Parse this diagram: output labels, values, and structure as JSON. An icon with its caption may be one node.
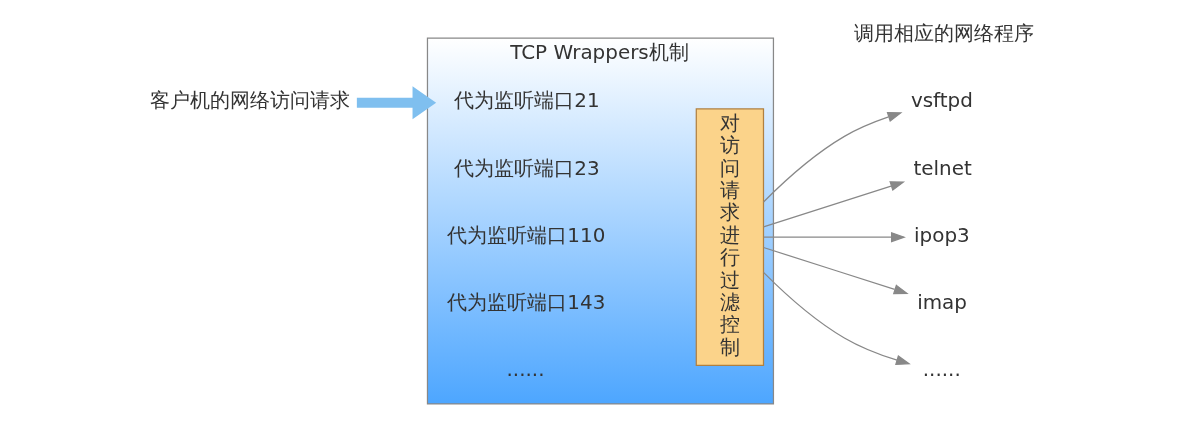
{
  "diagram": {
    "nodes": [
      {
        "text": [
          "客户机的网络访问请求"
        ]
      },
      {
        "text": [
          "TCP Wrappers机制"
        ]
      },
      {
        "text": [
          "代为监听端口21"
        ],
        "in": 1
      },
      {
        "text": [
          "代为监听端口23"
        ],
        "in": 1
      },
      {
        "text": [
          "代为监听端口110"
        ],
        "in": 1
      },
      {
        "text": [
          "代为监听端口143"
        ],
        "in": 1
      },
      {
        "text": [
          "......"
        ],
        "in": 1
      },
      {
        "text": [
          "对访问请求进行过滤控制"
        ],
        "in": 1
      },
      {
        "text": [
          "vsftpd"
        ]
      },
      {
        "text": [
          "telnet"
        ]
      },
      {
        "text": [
          "ipop3"
        ]
      },
      {
        "text": [
          "imap"
        ]
      },
      {
        "text": [
          "......"
        ]
      }
    ],
    "edges": [
      {
        "from": 0,
        "to": 1,
        "arrow": "to",
        "style": "thick",
        "color": "#7fbfef"
      },
      {
        "from": 7,
        "to": 8,
        "arrow": "to"
      },
      {
        "from": 7,
        "to": 9,
        "arrow": "to"
      },
      {
        "from": 7,
        "to": 10,
        "arrow": "to"
      },
      {
        "from": 7,
        "to": 11,
        "arrow": "to"
      },
      {
        "from": 7,
        "to": 12,
        "arrow": "to"
      }
    ],
    "labels": [
      "调用相应的网络程序"
    ]
  }
}
